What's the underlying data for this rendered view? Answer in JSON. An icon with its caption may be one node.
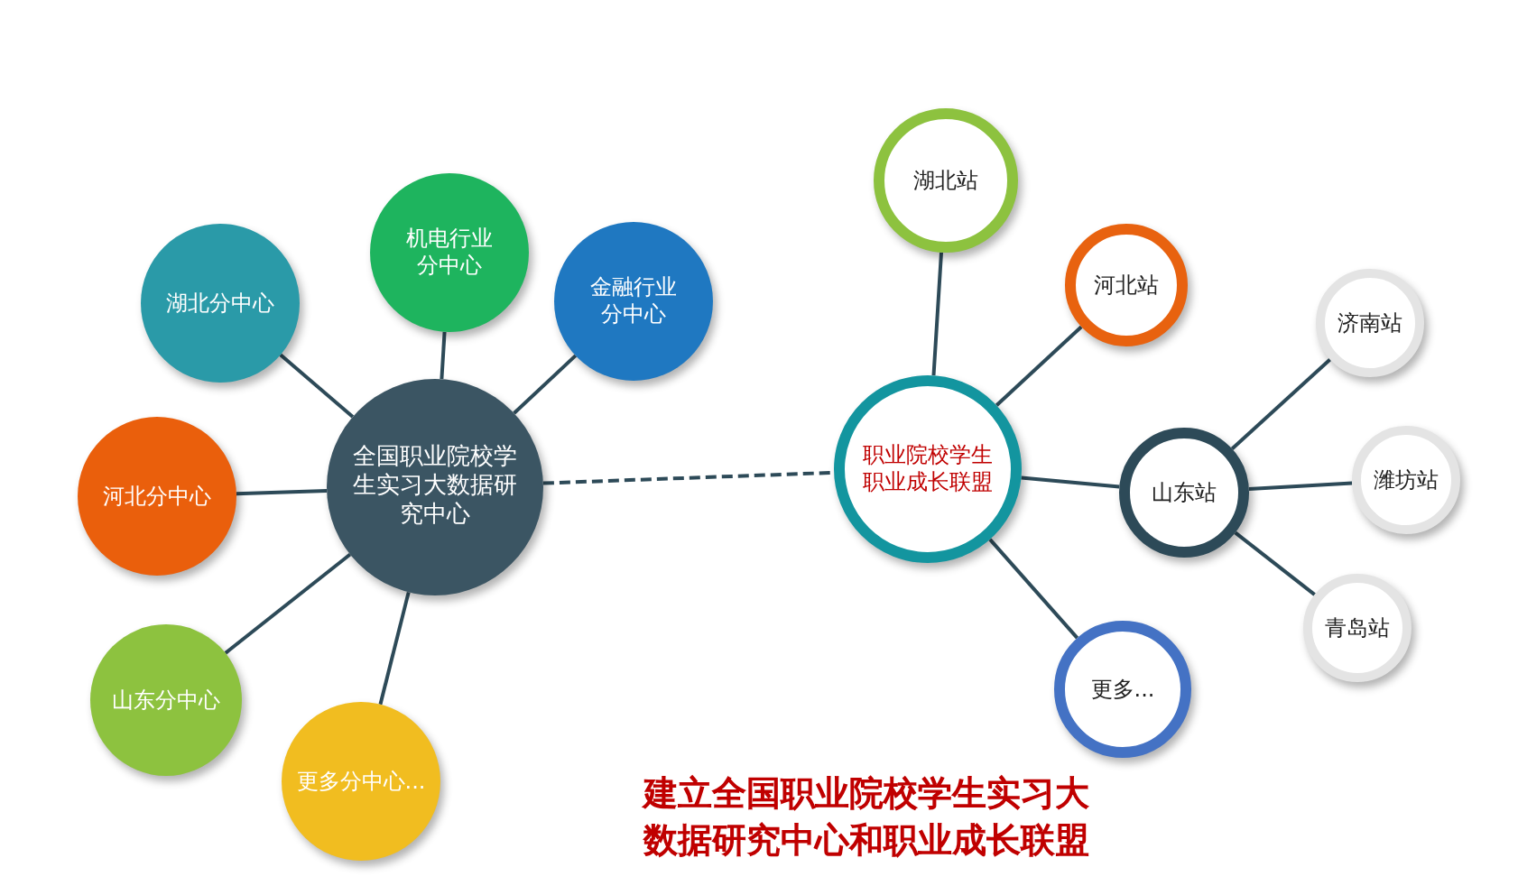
{
  "diagram": {
    "title": "建立全国职业院校学生实习大数据研究中心和职业成长联盟",
    "nodes": [
      {
        "text": [
          "全国职业院校学生实习大数据研究中心"
        ]
      },
      {
        "text": [
          "湖北分中心"
        ]
      },
      {
        "text": [
          "机电行业分中心"
        ]
      },
      {
        "text": [
          "金融行业分中心"
        ]
      },
      {
        "text": [
          "河北分中心"
        ]
      },
      {
        "text": [
          "山东分中心"
        ]
      },
      {
        "text": [
          "更多分中心..."
        ]
      },
      {
        "text": [
          "职业院校学生职业成长联盟"
        ]
      },
      {
        "text": [
          "湖北站"
        ]
      },
      {
        "text": [
          "河北站"
        ]
      },
      {
        "text": [
          "山东站"
        ]
      },
      {
        "text": [
          "更多..."
        ]
      },
      {
        "text": [
          "济南站"
        ]
      },
      {
        "text": [
          "潍坊站"
        ]
      },
      {
        "text": [
          "青岛站"
        ]
      }
    ],
    "edges": [
      {
        "from": 0,
        "to": 1,
        "arrow": "none"
      },
      {
        "from": 0,
        "to": 2,
        "arrow": "none"
      },
      {
        "from": 0,
        "to": 3,
        "arrow": "none"
      },
      {
        "from": 0,
        "to": 4,
        "arrow": "none"
      },
      {
        "from": 0,
        "to": 5,
        "arrow": "none"
      },
      {
        "from": 0,
        "to": 6,
        "arrow": "none"
      },
      {
        "from": 0,
        "to": 7,
        "arrow": "none",
        "style": "dashed"
      },
      {
        "from": 7,
        "to": 8,
        "arrow": "none"
      },
      {
        "from": 7,
        "to": 9,
        "arrow": "none"
      },
      {
        "from": 7,
        "to": 10,
        "arrow": "none"
      },
      {
        "from": 7,
        "to": 11,
        "arrow": "none"
      },
      {
        "from": 10,
        "to": 12,
        "arrow": "none"
      },
      {
        "from": 10,
        "to": 13,
        "arrow": "none"
      },
      {
        "from": 10,
        "to": 14,
        "arrow": "none"
      }
    ]
  }
}
